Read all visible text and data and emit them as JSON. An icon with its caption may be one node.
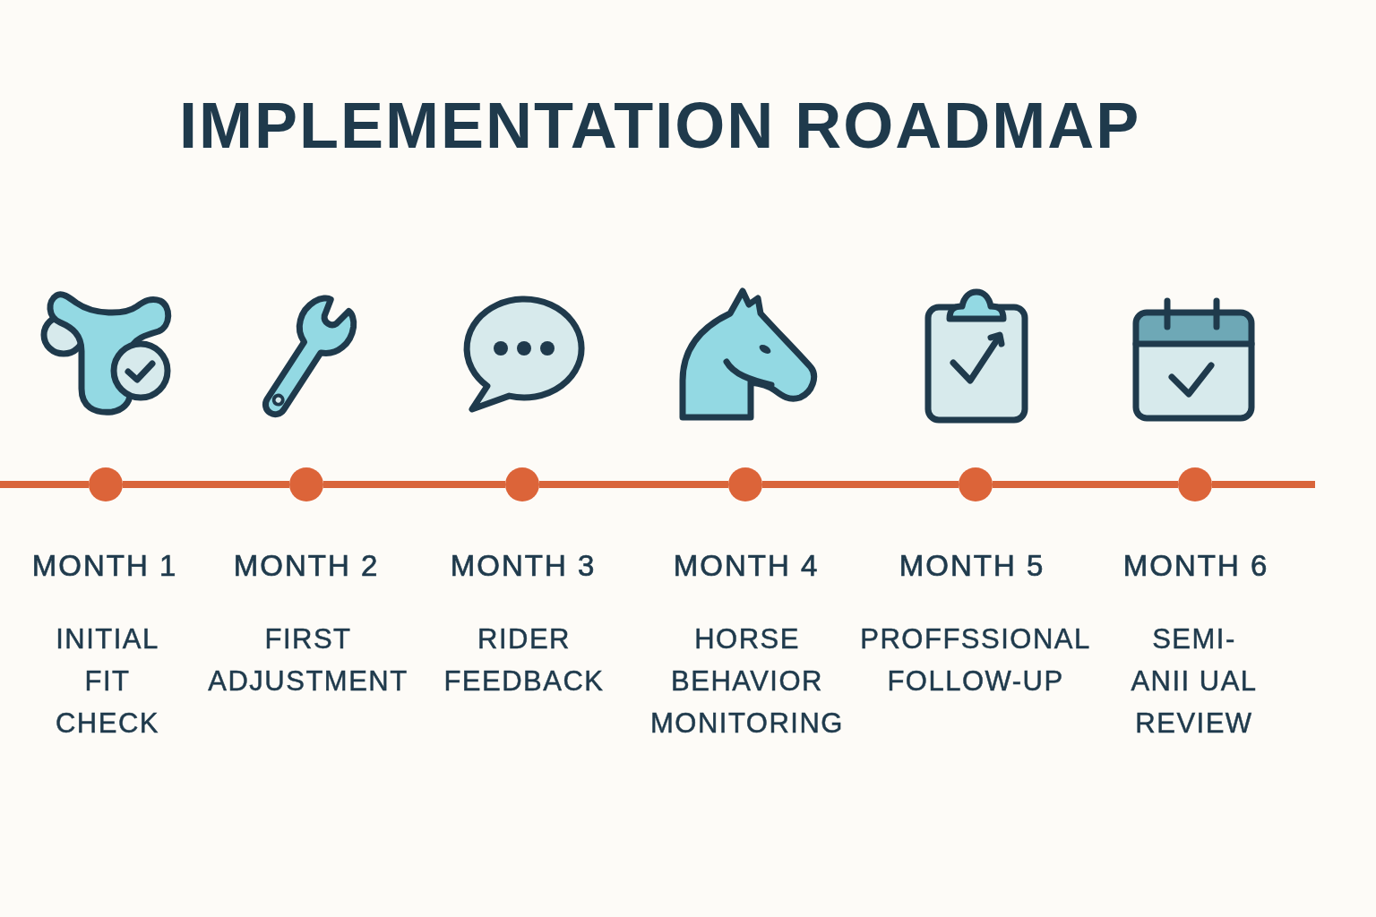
{
  "diagram": {
    "title": "IMPLEMENTATION ROADMAP",
    "nodes": [
      {
        "text": [],
        "shape": "circle",
        "beside": [
          "MONTH 1",
          "INITIAL FIT CHECK"
        ]
      },
      {
        "text": [],
        "shape": "circle",
        "beside": [
          "MONTH 2",
          "FIRST ADJUSTMENT"
        ]
      },
      {
        "text": [],
        "shape": "circle",
        "beside": [
          "MONTH 3",
          "RIDER FEEDBACK"
        ]
      },
      {
        "text": [],
        "shape": "circle",
        "beside": [
          "MONTH 4",
          "HORSE BEHAVIOR MONITORING"
        ]
      },
      {
        "text": [],
        "shape": "circle",
        "beside": [
          "MONTH 5",
          "PROFFSSIONAL FOLLOW-UP"
        ]
      },
      {
        "text": [],
        "shape": "circle",
        "beside": [
          "MONTH 6",
          "SEMI- ANII UAL REVIEW"
        ]
      }
    ],
    "edges": [
      {
        "from": null,
        "to": 0,
        "arrow": "none"
      },
      {
        "from": 0,
        "to": 1,
        "arrow": "none"
      },
      {
        "from": 1,
        "to": 2,
        "arrow": "none"
      },
      {
        "from": 2,
        "to": 3,
        "arrow": "none"
      },
      {
        "from": 3,
        "to": 4,
        "arrow": "none"
      },
      {
        "from": 4,
        "to": 5,
        "arrow": "none"
      },
      {
        "from": 5,
        "to": null,
        "arrow": "none"
      }
    ]
  }
}
